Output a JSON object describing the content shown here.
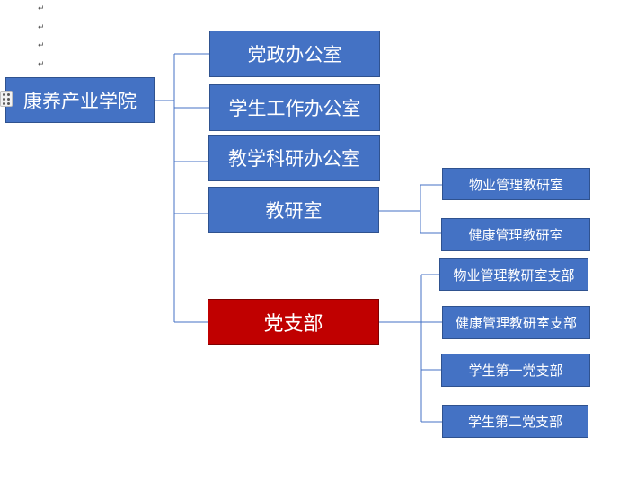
{
  "paragraph_mark": "↵",
  "root": {
    "label": "康养产业学院"
  },
  "departments": [
    {
      "label": "党政办公室"
    },
    {
      "label": "学生工作办公室"
    },
    {
      "label": "教学科研办公室"
    },
    {
      "label": "教研室"
    },
    {
      "label": "党支部"
    }
  ],
  "teaching_offices": [
    {
      "label": "物业管理教研室"
    },
    {
      "label": "健康管理教研室"
    }
  ],
  "party_branches": [
    {
      "label": "物业管理教研室支部"
    },
    {
      "label": "健康管理教研室支部"
    },
    {
      "label": "学生第一党支部"
    },
    {
      "label": "学生第二党支部"
    }
  ],
  "colors": {
    "node": "#4472c4",
    "highlight": "#c00000",
    "line": "#4472c4"
  }
}
